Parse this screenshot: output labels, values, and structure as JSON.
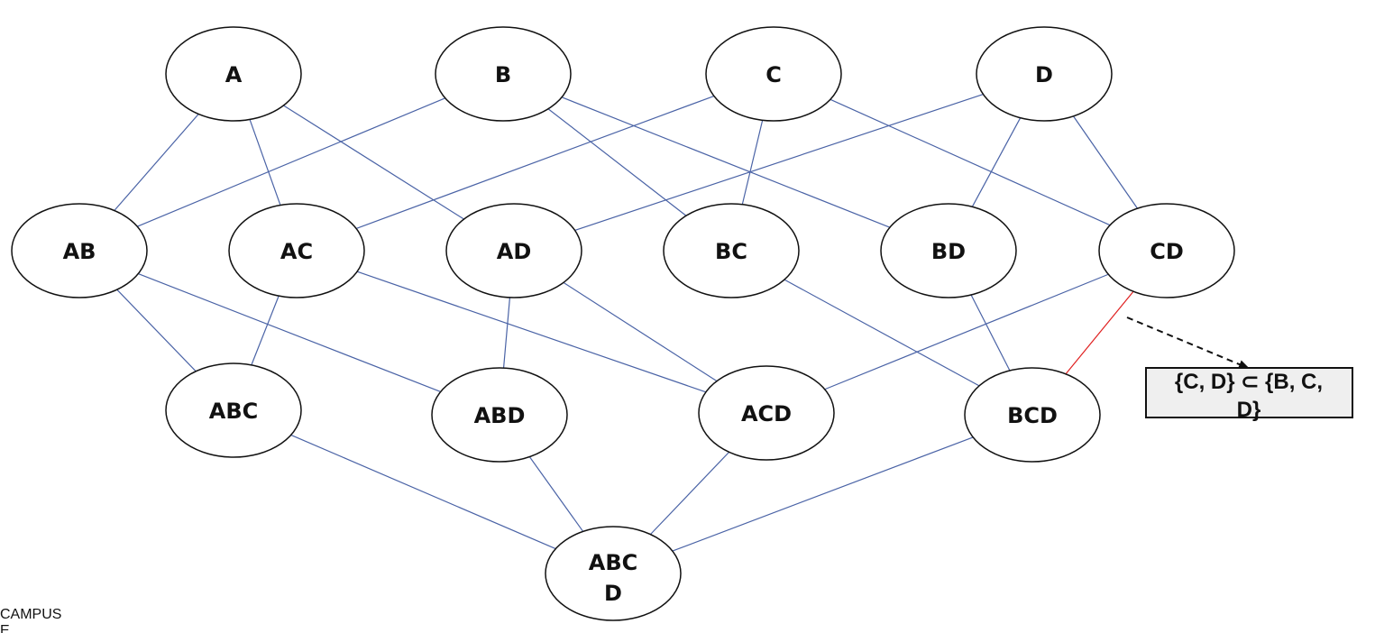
{
  "diagram": {
    "nodes": {
      "A": "A",
      "B": "B",
      "C": "C",
      "D": "D",
      "AB": "AB",
      "AC": "AC",
      "AD": "AD",
      "BC": "BC",
      "BD": "BD",
      "CD": "CD",
      "ABC": "ABC",
      "ABD": "ABD",
      "ACD": "ACD",
      "BCD": "BCD",
      "ABCD_line1": "ABC",
      "ABCD_line2": "D"
    },
    "edges": [
      [
        "A",
        "AB"
      ],
      [
        "A",
        "AC"
      ],
      [
        "A",
        "AD"
      ],
      [
        "B",
        "AB"
      ],
      [
        "B",
        "BC"
      ],
      [
        "B",
        "BD"
      ],
      [
        "C",
        "AC"
      ],
      [
        "C",
        "BC"
      ],
      [
        "C",
        "CD"
      ],
      [
        "D",
        "AD"
      ],
      [
        "D",
        "BD"
      ],
      [
        "D",
        "CD"
      ],
      [
        "AB",
        "ABC"
      ],
      [
        "AB",
        "ABD"
      ],
      [
        "AC",
        "ABC"
      ],
      [
        "AC",
        "ACD"
      ],
      [
        "AD",
        "ABD"
      ],
      [
        "AD",
        "ACD"
      ],
      [
        "BC",
        "BCD"
      ],
      [
        "BD",
        "BCD"
      ],
      [
        "CD",
        "ACD"
      ],
      [
        "CD",
        "BCD"
      ],
      [
        "ABC",
        "ABCD"
      ],
      [
        "ABD",
        "ABCD"
      ],
      [
        "ACD",
        "ABCD"
      ],
      [
        "BCD",
        "ABCD"
      ]
    ],
    "highlighted_edge": [
      "CD",
      "BCD"
    ],
    "edge_color": "#4a63a6",
    "highlight_color": "#e02020",
    "callout": {
      "line1": "{C, D} ⊂ {B, C,",
      "line2": "D}",
      "background": "#efefef"
    }
  },
  "footer": {
    "line1": "CAMPUS",
    "line2": "E"
  }
}
